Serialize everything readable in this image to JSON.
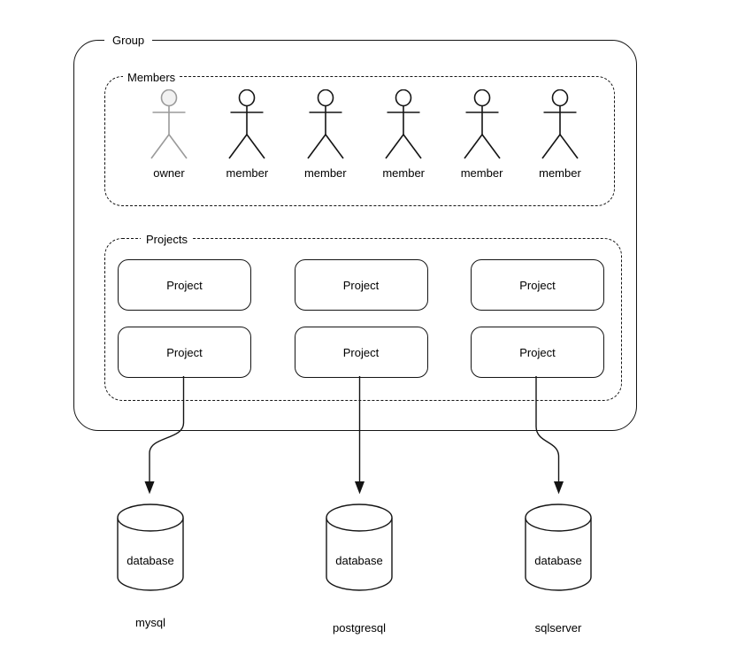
{
  "diagram": {
    "group": {
      "label": "Group",
      "members": {
        "label": "Members",
        "actors": [
          {
            "label": "owner",
            "variant": "owner"
          },
          {
            "label": "member",
            "variant": "member"
          },
          {
            "label": "member",
            "variant": "member"
          },
          {
            "label": "member",
            "variant": "member"
          },
          {
            "label": "member",
            "variant": "member"
          },
          {
            "label": "member",
            "variant": "member"
          }
        ]
      },
      "projects": {
        "label": "Projects",
        "items": [
          {
            "label": "Project"
          },
          {
            "label": "Project"
          },
          {
            "label": "Project"
          },
          {
            "label": "Project"
          },
          {
            "label": "Project"
          },
          {
            "label": "Project"
          }
        ]
      }
    },
    "databases": [
      {
        "shape_label": "database",
        "name": "mysql"
      },
      {
        "shape_label": "database",
        "name": "postgresql"
      },
      {
        "shape_label": "database",
        "name": "sqlserver"
      }
    ],
    "colors": {
      "stroke": "#141414",
      "owner_stroke": "#9a9a9a",
      "owner_head_fill": "#f2f2f2",
      "background": "#ffffff"
    }
  }
}
